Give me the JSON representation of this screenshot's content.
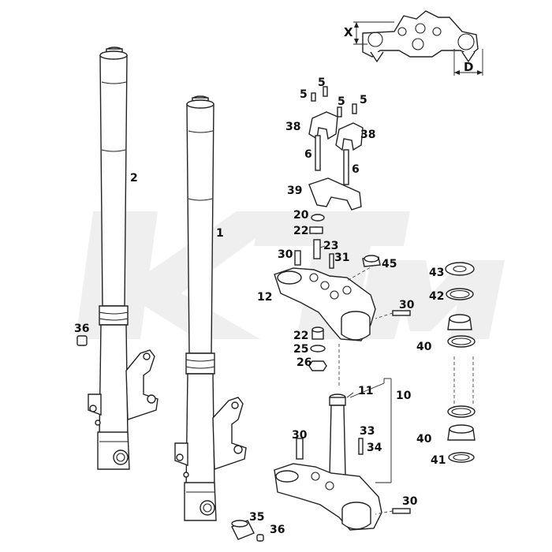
{
  "watermark": {
    "text": "KTM",
    "color": "#efefef"
  },
  "dimension_labels": {
    "x": "X",
    "d": "D"
  },
  "callouts": [
    {
      "id": "c1",
      "text": "1"
    },
    {
      "id": "c2",
      "text": "2"
    },
    {
      "id": "c5a",
      "text": "5"
    },
    {
      "id": "c5b",
      "text": "5"
    },
    {
      "id": "c5c",
      "text": "5"
    },
    {
      "id": "c5d",
      "text": "5"
    },
    {
      "id": "c38a",
      "text": "38"
    },
    {
      "id": "c38b",
      "text": "38"
    },
    {
      "id": "c6a",
      "text": "6"
    },
    {
      "id": "c6b",
      "text": "6"
    },
    {
      "id": "c39",
      "text": "39"
    },
    {
      "id": "c20",
      "text": "20"
    },
    {
      "id": "c22a",
      "text": "22"
    },
    {
      "id": "c23",
      "text": "23"
    },
    {
      "id": "c30a",
      "text": "30"
    },
    {
      "id": "c31",
      "text": "31"
    },
    {
      "id": "c45",
      "text": "45"
    },
    {
      "id": "c43",
      "text": "43"
    },
    {
      "id": "c42",
      "text": "42"
    },
    {
      "id": "c12",
      "text": "12"
    },
    {
      "id": "c30b",
      "text": "30"
    },
    {
      "id": "c36a",
      "text": "36"
    },
    {
      "id": "c22b",
      "text": "22"
    },
    {
      "id": "c25",
      "text": "25"
    },
    {
      "id": "c26",
      "text": "26"
    },
    {
      "id": "c40a",
      "text": "40"
    },
    {
      "id": "c11",
      "text": "11"
    },
    {
      "id": "c10",
      "text": "10"
    },
    {
      "id": "c30c",
      "text": "30"
    },
    {
      "id": "c33",
      "text": "33"
    },
    {
      "id": "c34",
      "text": "34"
    },
    {
      "id": "c40b",
      "text": "40"
    },
    {
      "id": "c41",
      "text": "41"
    },
    {
      "id": "c30d",
      "text": "30"
    },
    {
      "id": "c35",
      "text": "35"
    },
    {
      "id": "c36b",
      "text": "36"
    }
  ]
}
